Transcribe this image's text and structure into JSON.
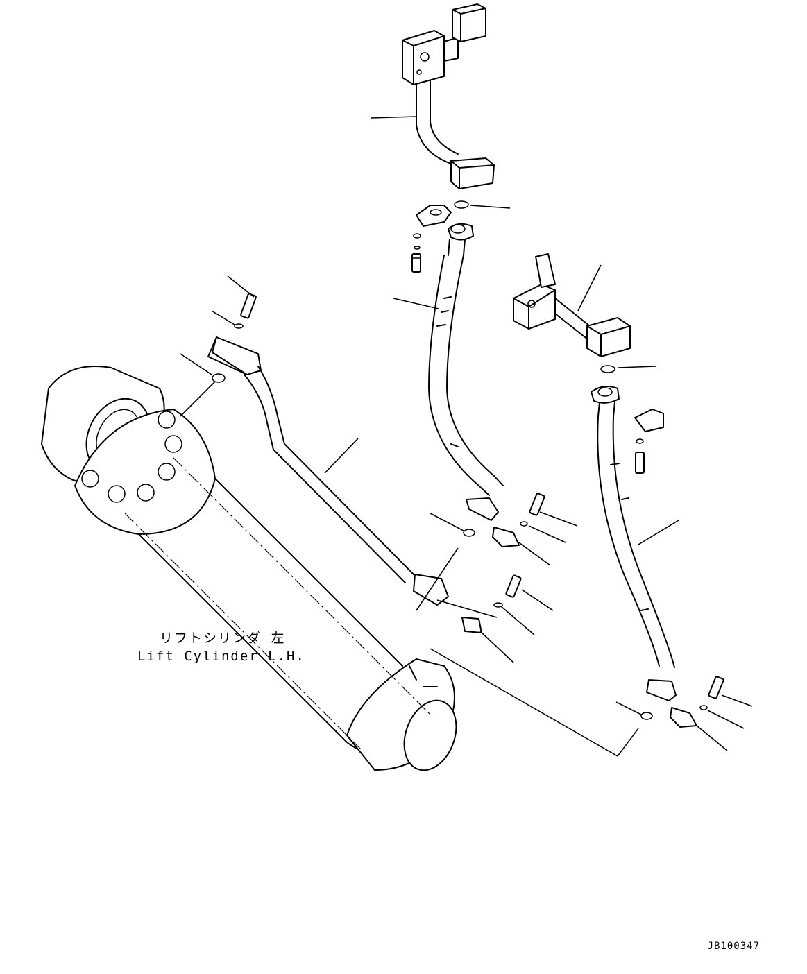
{
  "diagram": {
    "callout_jp": "リフトシリンダ 左",
    "callout_en": "Lift Cylinder L.H.",
    "drawing_number": "JB100347"
  }
}
